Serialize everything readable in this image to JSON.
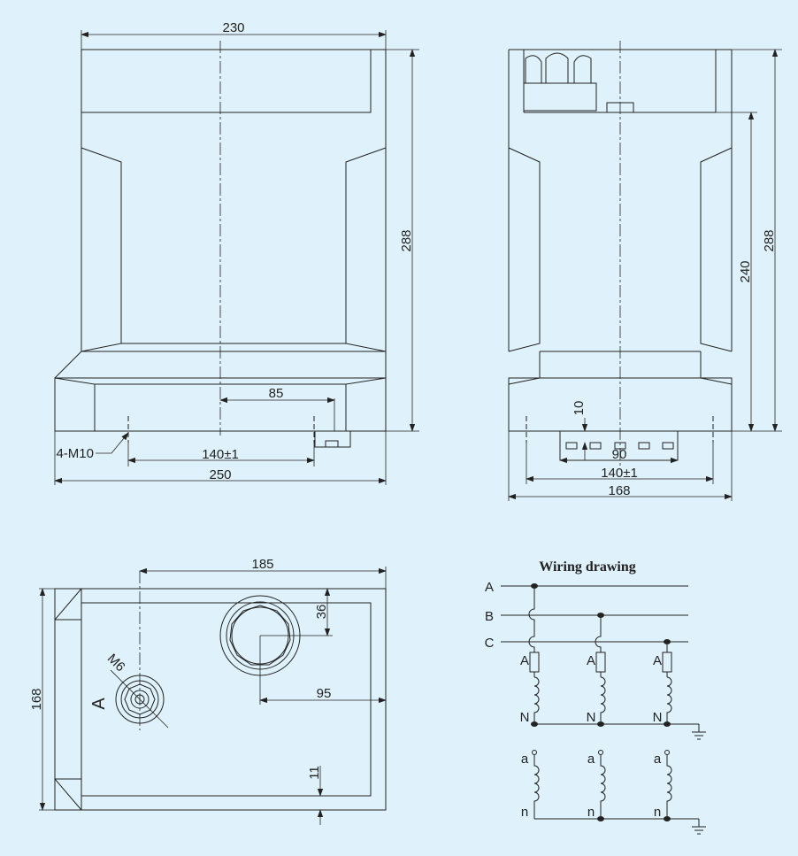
{
  "front_view": {
    "dims": {
      "width_top": "230",
      "height": "288",
      "offset": "85",
      "bolt_spacing": "140±1",
      "base_width": "250",
      "bolt_callout": "4-M10"
    }
  },
  "side_view": {
    "dims": {
      "height_total": "288",
      "height_body": "240",
      "terminal_height": "10",
      "terminal_span": "90",
      "bolt_spacing": "140±1",
      "depth": "168"
    }
  },
  "top_view": {
    "dims": {
      "length": "185",
      "width": "168",
      "offset_top": "36",
      "offset_right": "95",
      "offset_bottom": "11",
      "thread": "M6",
      "terminal_mark": "A"
    }
  },
  "wiring": {
    "title": "Wiring drawing",
    "phases": [
      "A",
      "B",
      "C"
    ],
    "primary_top_labels": [
      "A",
      "A",
      "A"
    ],
    "primary_bottom_labels": [
      "N",
      "N",
      "N"
    ],
    "secondary_top_labels": [
      "a",
      "a",
      "a"
    ],
    "secondary_bottom_labels": [
      "n",
      "n",
      "n"
    ]
  },
  "colors": {
    "background": "#dff2fb",
    "line": "#222222"
  }
}
